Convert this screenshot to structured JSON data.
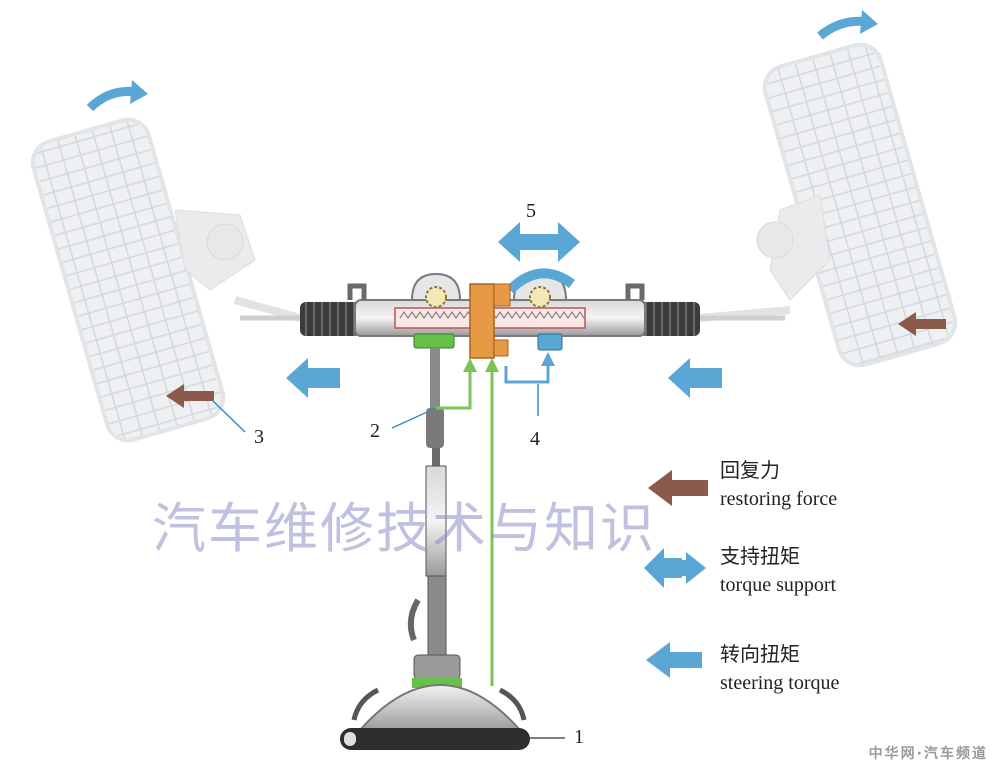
{
  "colors": {
    "restoring": "#8b5a4a",
    "support": "#5aa7d6",
    "steering": "#5aa7d6",
    "signal": "#7cc25b",
    "sensor_green": "#66c14b",
    "motor_orange": "#e79a45",
    "watermark": "#8c8cc8"
  },
  "callouts": {
    "c1": "1",
    "c2": "2",
    "c3": "3",
    "c4": "4",
    "c5": "5"
  },
  "legend": {
    "restoring": {
      "zh": "回复力",
      "en": "restoring force",
      "icon": "brown-left-arrow-icon"
    },
    "support": {
      "zh": "支持扭矩",
      "en": "torque support",
      "icon": "blue-double-arrow-icon"
    },
    "steering": {
      "zh": "转向扭矩",
      "en": "steering torque",
      "icon": "blue-left-arrow-icon"
    }
  },
  "watermark": "汽车维修技术与知识",
  "credit": "中华网·汽车频道"
}
